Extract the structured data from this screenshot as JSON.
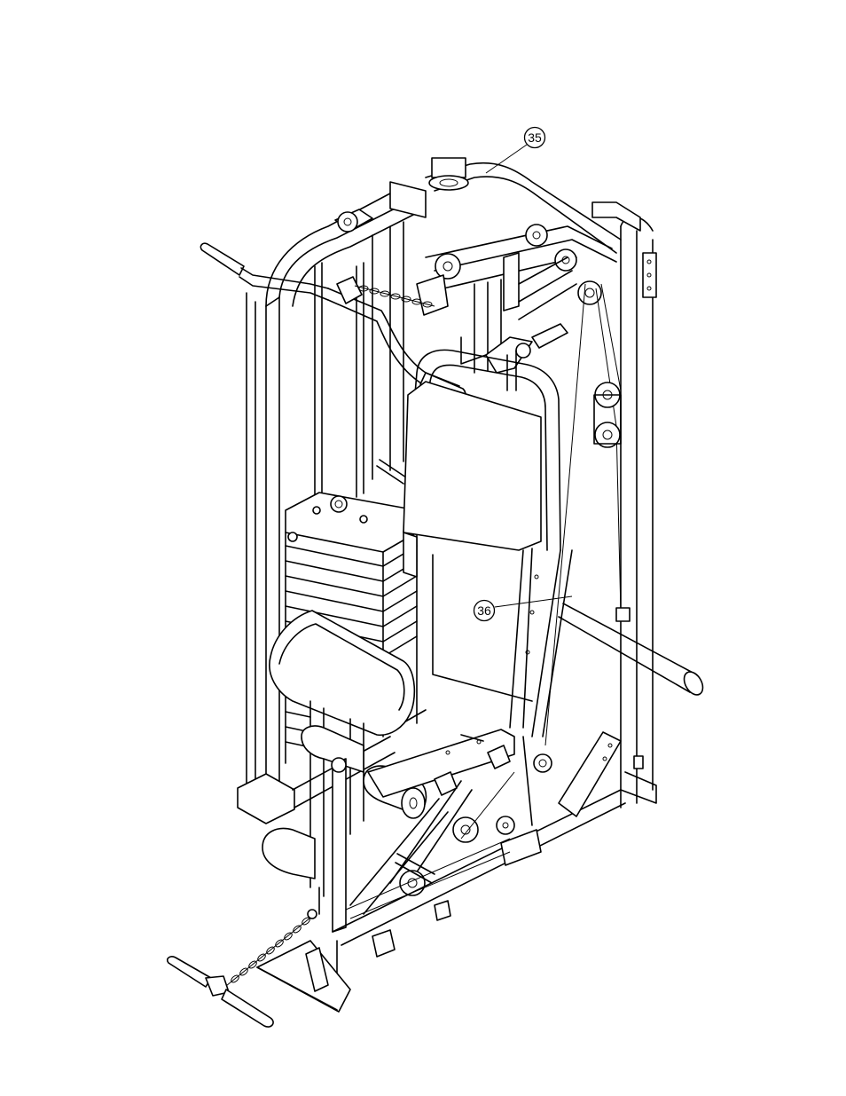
{
  "callouts": [
    {
      "id": "35",
      "label": "35"
    },
    {
      "id": "36",
      "label": "36"
    }
  ]
}
